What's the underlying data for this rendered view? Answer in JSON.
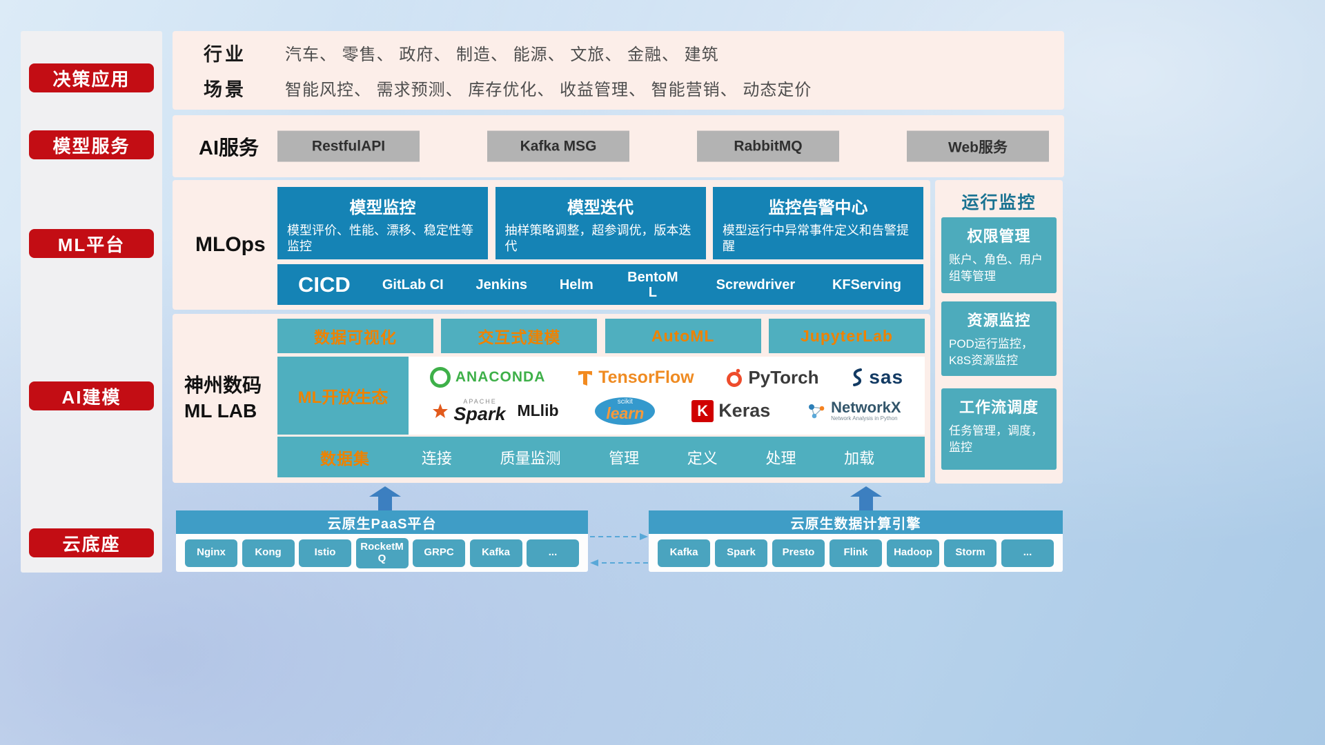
{
  "colors": {
    "accent_red": "#c30d14",
    "deep_blue": "#1583b5",
    "teal": "#4fafbf",
    "header_blue": "#3f9dc6",
    "orange": "#ef8200",
    "panel_pink": "#fceee9",
    "arrow_blue": "#3c7fc0"
  },
  "sidebar": {
    "items": [
      {
        "label": "决策应用"
      },
      {
        "label": "模型服务"
      },
      {
        "label": "ML平台"
      },
      {
        "label": "AI建模"
      },
      {
        "label": "云底座"
      }
    ]
  },
  "industry": {
    "rows": [
      {
        "label": "行业",
        "text": "汽车、 零售、 政府、 制造、 能源、 文旅、 金融、 建筑"
      },
      {
        "label": "场景",
        "text": "智能风控、 需求预测、 库存优化、 收益管理、 智能营销、 动态定价"
      }
    ]
  },
  "ai_services": {
    "label": "AI服务",
    "items": [
      "RestfulAPI",
      "Kafka MSG",
      "RabbitMQ",
      "Web服务"
    ]
  },
  "mlops": {
    "label": "MLOps",
    "cards": [
      {
        "title": "模型监控",
        "desc": "模型评价、性能、漂移、稳定性等监控"
      },
      {
        "title": "模型迭代",
        "desc": "抽样策略调整，超参调优，版本迭代"
      },
      {
        "title": "监控告警中心",
        "desc": "模型运行中异常事件定义和告警提醒"
      }
    ],
    "cicd_label": "CICD",
    "cicd_items": [
      "GitLab CI",
      "Jenkins",
      "Helm",
      "BentoML",
      "Screwdriver",
      "KFServing"
    ]
  },
  "monitoring": {
    "title": "运行监控",
    "cards": [
      {
        "title": "权限管理",
        "desc": "账户、角色、用户组等管理"
      },
      {
        "title": "资源监控",
        "desc": "POD运行监控，K8S资源监控"
      },
      {
        "title": "工作流调度",
        "desc": "任务管理，调度，监控"
      }
    ]
  },
  "mllab": {
    "label_line1": "神州数码",
    "label_line2": "ML LAB",
    "tools": [
      "数据可视化",
      "交互式建模",
      "AutoML",
      "JupyterLab"
    ],
    "ecosystem_label": "ML开放生态",
    "logos": {
      "anaconda": "ANACONDA",
      "tensorflow": "TensorFlow",
      "pytorch": "PyTorch",
      "sas": "sas",
      "spark_small": "APACHE",
      "spark": "Spark",
      "mllib": "MLlib",
      "scikit_small": "scikit",
      "scikit": "learn",
      "keras_letter": "K",
      "keras": "Keras",
      "networkx": "NetworkX",
      "networkx_sub": "Network Analysis in Python"
    },
    "dataset_label": "数据集",
    "dataset_items": [
      "连接",
      "质量监测",
      "管理",
      "定义",
      "处理",
      "加载"
    ]
  },
  "cloud": {
    "paas": {
      "title": "云原生PaaS平台",
      "items": [
        "Nginx",
        "Kong",
        "Istio",
        "RocketMQ",
        "GRPC",
        "Kafka",
        "..."
      ]
    },
    "engine": {
      "title": "云原生数据计算引擎",
      "items": [
        "Kafka",
        "Spark",
        "Presto",
        "Flink",
        "Hadoop",
        "Storm",
        "..."
      ]
    }
  }
}
